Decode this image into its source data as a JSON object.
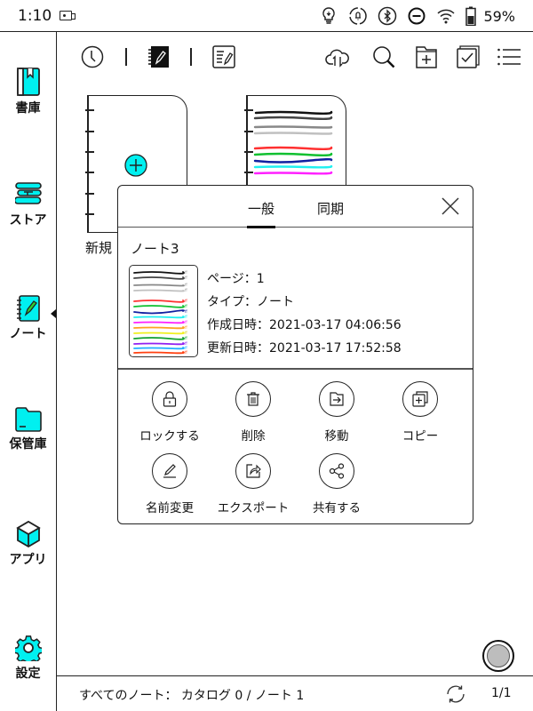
{
  "statusbar": {
    "time": "1:10",
    "icons": [
      "screen-record-icon",
      "frontlight-icon",
      "auto-sync-icon",
      "bluetooth-icon",
      "do-not-disturb-icon",
      "wifi-icon",
      "battery-icon"
    ],
    "battery_percent": "59%"
  },
  "sidebar": {
    "items": [
      {
        "label": "書庫",
        "icon": "library-book-icon"
      },
      {
        "label": "ストア",
        "icon": "store-books-icon"
      },
      {
        "label": "ノート",
        "icon": "notebook-pen-icon",
        "active": true
      },
      {
        "label": "保管庫",
        "icon": "folder-icon"
      },
      {
        "label": "アプリ",
        "icon": "cube-icon"
      },
      {
        "label": "設定",
        "icon": "gear-icon"
      }
    ],
    "accent_color": "#00f0f0"
  },
  "toolbar": {
    "left": [
      "recent-clock-icon",
      "notebook-icon",
      "text-note-icon"
    ],
    "right": [
      "cloud-sync-icon",
      "search-icon",
      "new-folder-icon",
      "multi-select-icon",
      "list-view-icon"
    ]
  },
  "notes": {
    "new_label": "新規",
    "add_icon": "plus-circle-icon"
  },
  "dialog": {
    "tabs": [
      {
        "label": "一般",
        "active": true
      },
      {
        "label": "同期",
        "active": false
      }
    ],
    "title": "ノート3",
    "info": {
      "pages": "ページ：1",
      "type": "タイプ：ノート",
      "created": "作成日時：2021-03-17 04:06:56",
      "updated": "更新日時：2021-03-17 17:52:58"
    },
    "actions": [
      {
        "label": "ロックする",
        "icon": "lock-icon"
      },
      {
        "label": "削除",
        "icon": "trash-icon"
      },
      {
        "label": "移動",
        "icon": "move-folder-icon"
      },
      {
        "label": "コピー",
        "icon": "copy-icon"
      },
      {
        "label": "名前変更",
        "icon": "rename-pencil-icon"
      },
      {
        "label": "エクスポート",
        "icon": "export-icon"
      },
      {
        "label": "共有する",
        "icon": "share-icon"
      }
    ]
  },
  "thumbnail_stroke_colors": [
    "#111111",
    "#444444",
    "#888888",
    "#c0c0c0",
    "#ff3030",
    "#10c030",
    "#1020a0",
    "#20f0f0",
    "#ff20ff",
    "#ffa020",
    "#f0f020",
    "#10a030",
    "#9020f0",
    "#20b0ff",
    "#ff4010"
  ],
  "footer": {
    "summary": "すべてのノート： カタログ 0 / ノート 1",
    "page": "1/1"
  }
}
